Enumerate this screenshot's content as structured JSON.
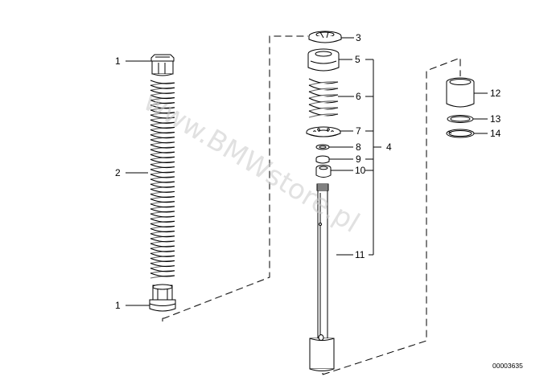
{
  "diagram": {
    "watermark": "www.BMWstore.pl",
    "reference_number": "00003635",
    "callouts": [
      {
        "id": "c1a",
        "number": "1"
      },
      {
        "id": "c2",
        "number": "2"
      },
      {
        "id": "c1b",
        "number": "1"
      },
      {
        "id": "c3",
        "number": "3"
      },
      {
        "id": "c5",
        "number": "5"
      },
      {
        "id": "c6",
        "number": "6"
      },
      {
        "id": "c7",
        "number": "7"
      },
      {
        "id": "c8",
        "number": "8"
      },
      {
        "id": "c4",
        "number": "4"
      },
      {
        "id": "c9",
        "number": "9"
      },
      {
        "id": "c10",
        "number": "10"
      },
      {
        "id": "c11",
        "number": "11"
      },
      {
        "id": "c12",
        "number": "12"
      },
      {
        "id": "c13",
        "number": "13"
      },
      {
        "id": "c14",
        "number": "14"
      }
    ]
  }
}
